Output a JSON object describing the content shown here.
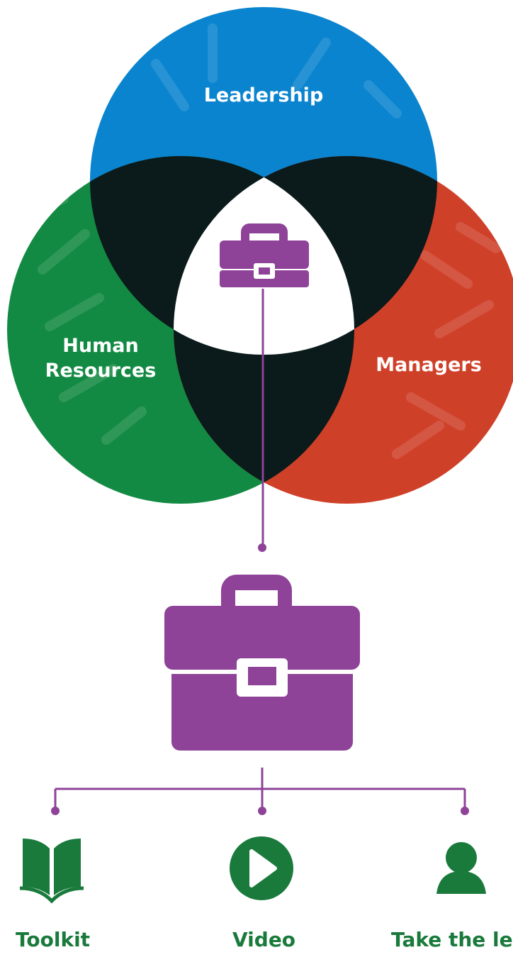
{
  "venn": {
    "circles": [
      {
        "id": "leadership",
        "label": "Leadership",
        "color": "#0a84cf"
      },
      {
        "id": "human-resources",
        "label": "Human Resources",
        "color": "#138a43"
      },
      {
        "id": "managers",
        "label": "Managers",
        "color": "#cf4029"
      }
    ],
    "overlap_color": "#0b1a1a",
    "center_icon": "briefcase-icon"
  },
  "colors": {
    "accent": "#8e4398",
    "resource_green": "#1a7a3c",
    "background": "#ffffff"
  },
  "resources": [
    {
      "label": "Toolkit",
      "icon": "open-book-icon"
    },
    {
      "label": "Video",
      "icon": "play-circle-icon"
    },
    {
      "label": "Take the lea",
      "icon": "person-icon"
    }
  ]
}
